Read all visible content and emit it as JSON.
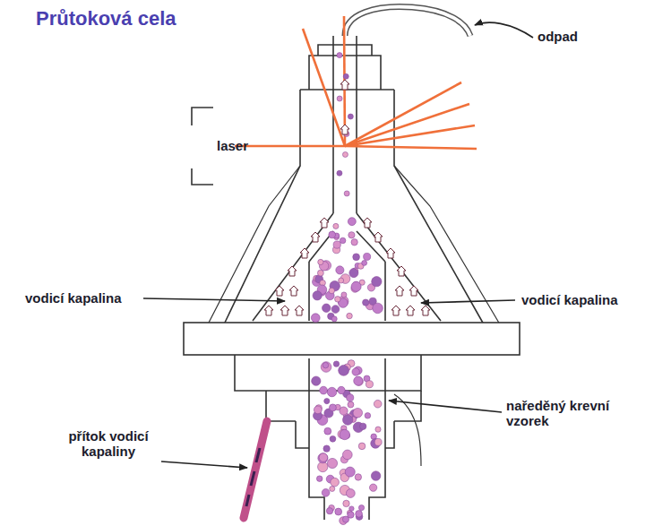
{
  "diagram": {
    "title": "Průtoková cela",
    "labels": [
      "odpad",
      "laser",
      "vodicí kapalina",
      "vodicí kapalina",
      "naředěný krevní vzorek",
      "přítok vodicí kapaliny"
    ]
  }
}
